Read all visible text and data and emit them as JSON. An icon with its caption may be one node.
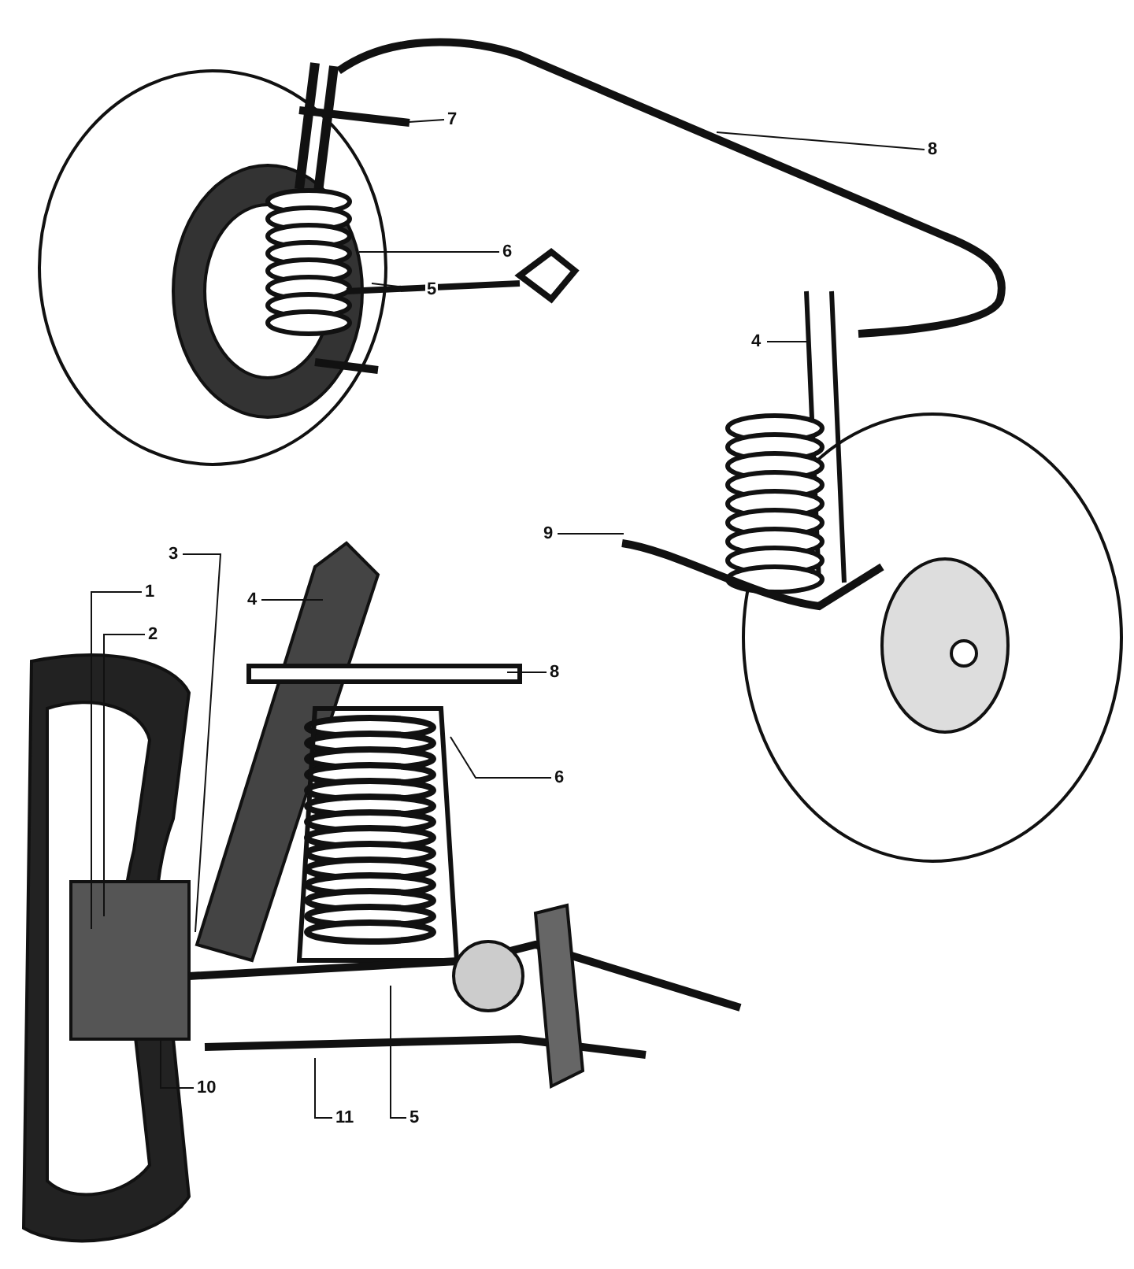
{
  "diagram": {
    "nodes": [
      {
        "text": [
          "7"
        ]
      },
      {
        "text": [
          "8"
        ]
      },
      {
        "text": [
          "6"
        ]
      },
      {
        "text": [
          "5"
        ]
      },
      {
        "text": [
          "4"
        ]
      },
      {
        "text": [
          "9"
        ]
      },
      {
        "text": [
          "3"
        ]
      },
      {
        "text": [
          "1"
        ]
      },
      {
        "text": [
          "4"
        ]
      },
      {
        "text": [
          "2"
        ]
      },
      {
        "text": [
          "8"
        ]
      },
      {
        "text": [
          "6"
        ]
      },
      {
        "text": [
          "10"
        ]
      },
      {
        "text": [
          "11"
        ]
      },
      {
        "text": [
          "5"
        ]
      }
    ],
    "edges": [
      {
        "from": 0,
        "to": null,
        "arrow": "none"
      },
      {
        "from": 1,
        "to": null,
        "arrow": "none"
      },
      {
        "from": 2,
        "to": null,
        "arrow": "none"
      },
      {
        "from": 3,
        "to": null,
        "arrow": "none"
      },
      {
        "from": 4,
        "to": null,
        "arrow": "none"
      },
      {
        "from": 5,
        "to": null,
        "arrow": "none"
      },
      {
        "from": 6,
        "to": null,
        "arrow": "none"
      },
      {
        "from": 7,
        "to": null,
        "arrow": "none"
      },
      {
        "from": 8,
        "to": null,
        "arrow": "none"
      },
      {
        "from": 9,
        "to": null,
        "arrow": "none"
      },
      {
        "from": 10,
        "to": null,
        "arrow": "none"
      },
      {
        "from": 11,
        "to": null,
        "arrow": "none"
      },
      {
        "from": 12,
        "to": null,
        "arrow": "none"
      },
      {
        "from": 13,
        "to": null,
        "arrow": "none"
      },
      {
        "from": 14,
        "to": null,
        "arrow": "none"
      }
    ]
  }
}
